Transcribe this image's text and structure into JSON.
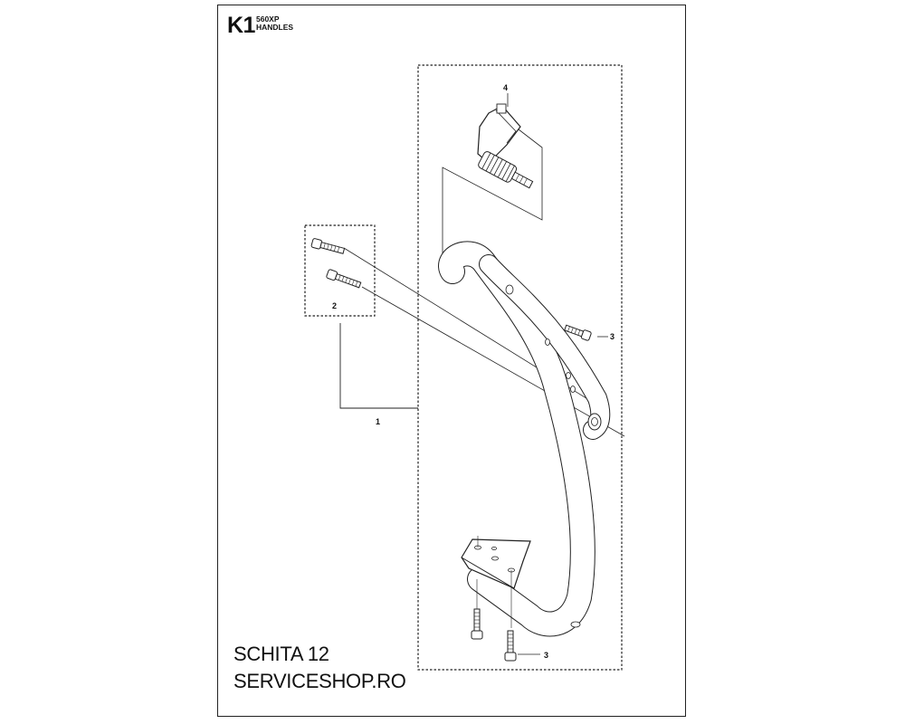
{
  "header": {
    "code": "K1",
    "model": "560XP",
    "title": "HANDLES"
  },
  "callouts": {
    "part_1": "1",
    "part_2": "2",
    "part_3_upper": "3",
    "part_3_lower": "3",
    "part_4": "4"
  },
  "watermark": {
    "line1": "SCHITA 12",
    "line2": "SERVICESHOP.RO"
  }
}
